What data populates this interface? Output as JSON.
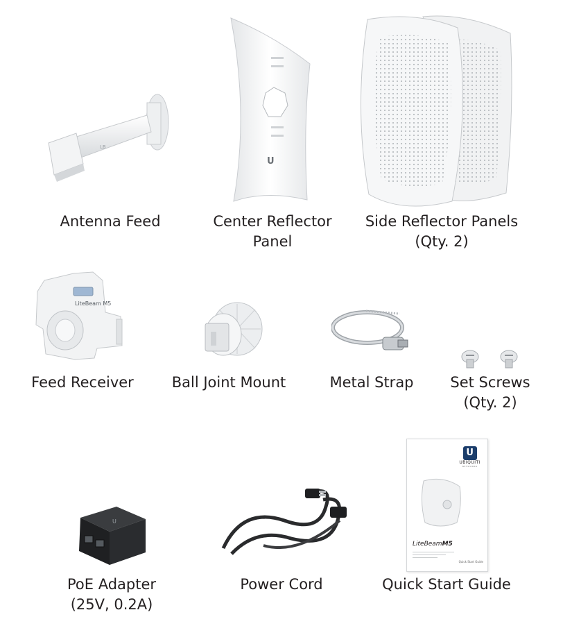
{
  "items": {
    "antenna_feed": {
      "label": "Antenna Feed"
    },
    "center_reflector": {
      "label_line1": "Center Reflector",
      "label_line2": "Panel"
    },
    "side_reflector": {
      "label_line1": "Side Reflector Panels",
      "label_line2": "(Qty. 2)"
    },
    "feed_receiver": {
      "label": "Feed Receiver"
    },
    "ball_joint": {
      "label": "Ball Joint Mount"
    },
    "metal_strap": {
      "label": "Metal Strap"
    },
    "set_screws": {
      "label_line1": "Set Screws",
      "label_line2": "(Qty. 2)"
    },
    "poe_adapter": {
      "label_line1": "PoE Adapter",
      "label_line2": "(25V, 0.2A)"
    },
    "power_cord": {
      "label": "Power Cord"
    },
    "quick_start": {
      "label": "Quick Start Guide"
    }
  },
  "guide_cover": {
    "brand": "UBIQUITI",
    "brand_sub": "NETWORKS",
    "product": "LiteBeam",
    "product_model": "M5",
    "cover_title": "Quick Start Guide"
  },
  "feed_receiver_marking": "LiteBeam M5",
  "colors": {
    "text": "#231f20",
    "panel_white": "#f4f5f6",
    "outline": "#c9ccd0"
  }
}
